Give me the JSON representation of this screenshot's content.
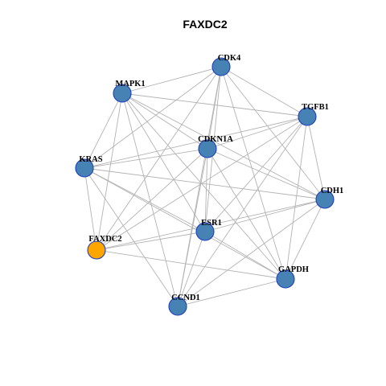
{
  "title": "FAXDC2",
  "colors": {
    "node_fill": "#4682b4",
    "highlight_fill": "#ffa500",
    "node_stroke": "#1f3fbf",
    "edge": "#b3b3b3"
  },
  "nodes": [
    {
      "id": "CDK4",
      "highlight": false
    },
    {
      "id": "MAPK1",
      "highlight": false
    },
    {
      "id": "TGFB1",
      "highlight": false
    },
    {
      "id": "CDKN1A",
      "highlight": false
    },
    {
      "id": "KRAS",
      "highlight": false
    },
    {
      "id": "CDH1",
      "highlight": false
    },
    {
      "id": "ESR1",
      "highlight": false
    },
    {
      "id": "FAXDC2",
      "highlight": true
    },
    {
      "id": "GAPDH",
      "highlight": false
    },
    {
      "id": "CCND1",
      "highlight": false
    }
  ],
  "edges": [
    [
      "CDK4",
      "MAPK1"
    ],
    [
      "CDK4",
      "TGFB1"
    ],
    [
      "CDK4",
      "CDKN1A"
    ],
    [
      "CDK4",
      "KRAS"
    ],
    [
      "CDK4",
      "CDH1"
    ],
    [
      "CDK4",
      "ESR1"
    ],
    [
      "CDK4",
      "FAXDC2"
    ],
    [
      "CDK4",
      "GAPDH"
    ],
    [
      "CDK4",
      "CCND1"
    ],
    [
      "MAPK1",
      "TGFB1"
    ],
    [
      "MAPK1",
      "CDKN1A"
    ],
    [
      "MAPK1",
      "KRAS"
    ],
    [
      "MAPK1",
      "CDH1"
    ],
    [
      "MAPK1",
      "ESR1"
    ],
    [
      "MAPK1",
      "FAXDC2"
    ],
    [
      "MAPK1",
      "GAPDH"
    ],
    [
      "MAPK1",
      "CCND1"
    ],
    [
      "TGFB1",
      "CDKN1A"
    ],
    [
      "TGFB1",
      "KRAS"
    ],
    [
      "TGFB1",
      "CDH1"
    ],
    [
      "TGFB1",
      "ESR1"
    ],
    [
      "TGFB1",
      "FAXDC2"
    ],
    [
      "TGFB1",
      "GAPDH"
    ],
    [
      "TGFB1",
      "CCND1"
    ],
    [
      "CDKN1A",
      "KRAS"
    ],
    [
      "CDKN1A",
      "CDH1"
    ],
    [
      "CDKN1A",
      "ESR1"
    ],
    [
      "CDKN1A",
      "FAXDC2"
    ],
    [
      "CDKN1A",
      "GAPDH"
    ],
    [
      "CDKN1A",
      "CCND1"
    ],
    [
      "KRAS",
      "CDH1"
    ],
    [
      "KRAS",
      "ESR1"
    ],
    [
      "KRAS",
      "FAXDC2"
    ],
    [
      "KRAS",
      "GAPDH"
    ],
    [
      "KRAS",
      "CCND1"
    ],
    [
      "CDH1",
      "ESR1"
    ],
    [
      "CDH1",
      "FAXDC2"
    ],
    [
      "CDH1",
      "GAPDH"
    ],
    [
      "CDH1",
      "CCND1"
    ],
    [
      "ESR1",
      "FAXDC2"
    ],
    [
      "ESR1",
      "GAPDH"
    ],
    [
      "ESR1",
      "CCND1"
    ],
    [
      "FAXDC2",
      "GAPDH"
    ],
    [
      "GAPDH",
      "CCND1"
    ]
  ]
}
